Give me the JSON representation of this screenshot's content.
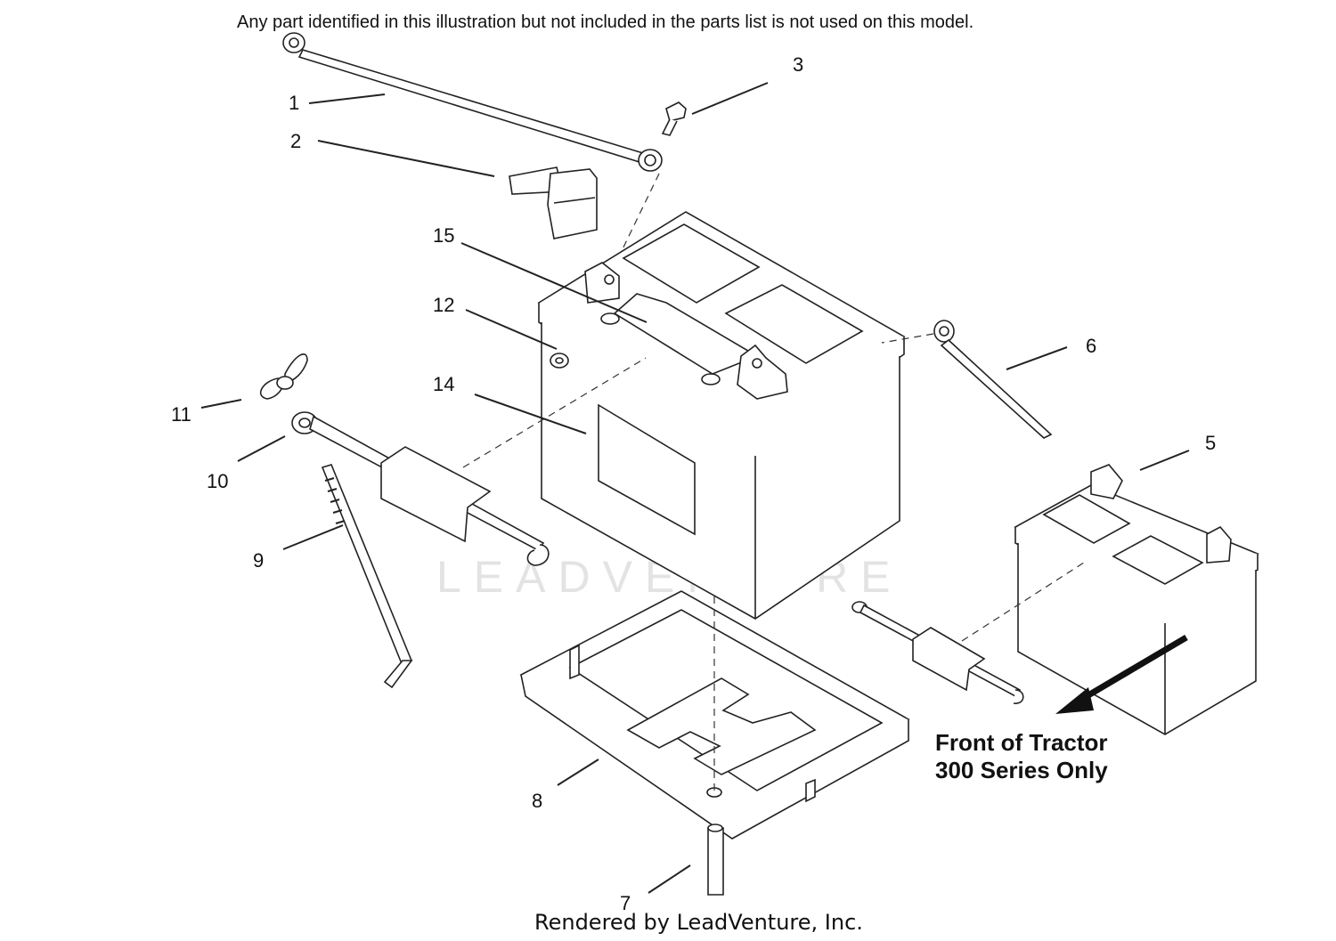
{
  "note": "Any part identified in this illustration but not included in the parts list is not used on this model.",
  "callouts": [
    "1",
    "2",
    "3",
    "5",
    "6",
    "7",
    "8",
    "9",
    "10",
    "11",
    "12",
    "14",
    "15"
  ],
  "front_label": {
    "line1": "Front of Tractor",
    "line2": "300 Series Only"
  },
  "watermark": "LEADVENTURE",
  "footer": "Rendered by LeadVenture, Inc."
}
